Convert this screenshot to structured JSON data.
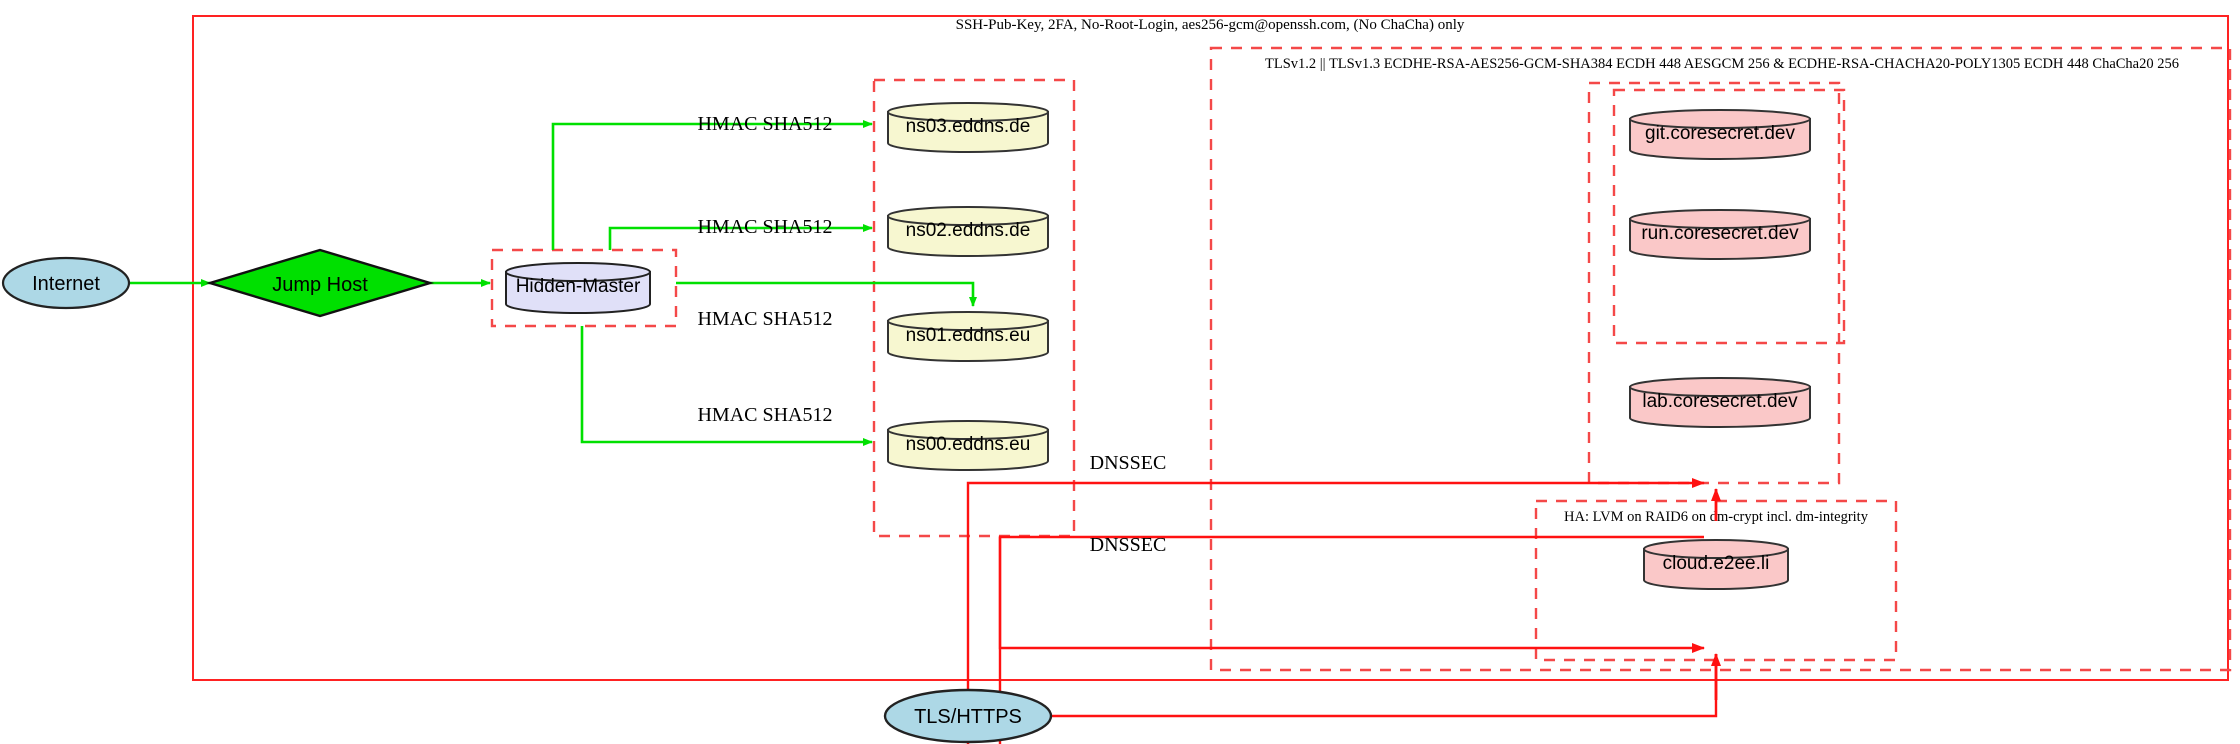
{
  "diagram": {
    "title_label": "SSH-Pub-Key, 2FA, No-Root-Login, aes256-gcm@openssh.com, (No ChaCha) only",
    "tls_cluster_label": "TLSv1.2 || TLSv1.3 ECDHE-RSA-AES256-GCM-SHA384 ECDH 448 AESGCM 256 & ECDHE-RSA-CHACHA20-POLY1305 ECDH 448 ChaCha20 256",
    "ha_cluster_label": "HA: LVM on RAID6 on dm-crypt incl. dm-integrity"
  },
  "nodes": {
    "internet": "Internet",
    "jump_host": "Jump Host",
    "hidden_master": "Hidden-Master",
    "ns03": "ns03.eddns.de",
    "ns02": "ns02.eddns.de",
    "ns01": "ns01.eddns.eu",
    "ns00": "ns00.eddns.eu",
    "git": "git.coresecret.dev",
    "run": "run.coresecret.dev",
    "lab": "lab.coresecret.dev",
    "cloud": "cloud.e2ee.li",
    "tls_https": "TLS/HTTPS"
  },
  "edge_labels": {
    "hmac_ns03": "HMAC SHA512",
    "hmac_ns02": "HMAC SHA512",
    "hmac_ns01": "HMAC SHA512",
    "hmac_ns00": "HMAC SHA512",
    "dnssec_upper": "DNSSEC",
    "dnssec_lower": "DNSSEC"
  },
  "colors": {
    "border_red": "#ff2222",
    "dashed_red": "#f44848",
    "edge_green": "#00e000",
    "node_stroke": "#222222",
    "ellipse_fill": "#add8e6",
    "diamond_fill": "#00e000",
    "cylinder_lavender": "#e0e0f8",
    "cylinder_beige": "#f7f7d0",
    "cylinder_pink": "#fac8c8",
    "text_black": "#000000"
  }
}
